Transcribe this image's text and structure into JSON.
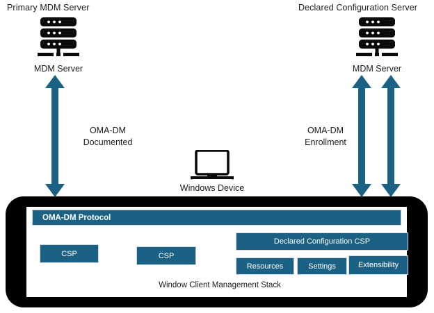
{
  "diagram": {
    "title_left": "Primary MDM Server",
    "title_right": "Declared Configuration Server",
    "left_server_label": "MDM Server",
    "right_server_label": "MDM Server",
    "device_label": "Windows  Device",
    "flow_left": "OMA-DM\nDocumented",
    "flow_left_line1": "OMA-DM",
    "flow_left_line2": "Documented",
    "flow_right_line1": "OMA-DM",
    "flow_right_line2": "Enrollment",
    "stack_caption": "Window Client Management Stack",
    "boxes": {
      "protocol": "OMA-DM Protocol",
      "csp_1": "CSP",
      "csp_2": "CSP",
      "declared_csp": "Declared Configuration CSP",
      "resources": "Resources",
      "settings": "Settings",
      "extensibility": "Extensibility"
    },
    "icons": {
      "server": "server-rack-icon",
      "laptop": "laptop-icon",
      "arrow_left": "double-headed-arrow-icon",
      "arrow_right_1": "double-headed-arrow-icon",
      "arrow_right_2": "double-headed-arrow-icon"
    },
    "colors": {
      "accent_teal": "#1b6183",
      "shell_black": "#000000",
      "text": "#1c1c1c",
      "background": "#ffffff",
      "box_border": "#cfd8dc"
    }
  }
}
